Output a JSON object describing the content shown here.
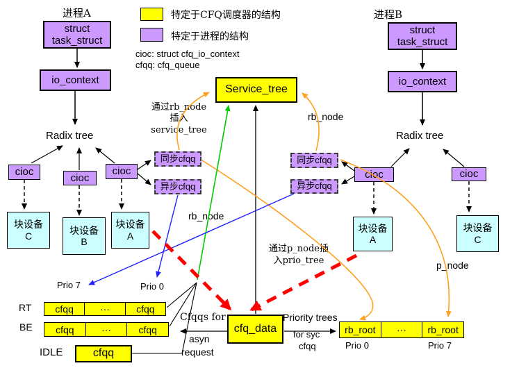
{
  "legend": {
    "cfq_label": "特定于CFQ调度器的结构",
    "process_label": "特定于进程的结构",
    "abbr_cioc": "cioc: struct cfq_io_context",
    "abbr_cfqq": "cfqq: cfq_queue",
    "yellow": "#FFFF00",
    "purple": "#CC99FF"
  },
  "shared": {
    "cioc": "cioc",
    "cfqq": "cfqq",
    "dots": "···",
    "rb_root": "rb_root",
    "block_device": "块设备",
    "sync_cfqq": "同步cfqq",
    "async_cfqq": "异步cfqq",
    "radix_tree": "Radix tree",
    "struct_line1": "struct",
    "struct_line2": "task_struct",
    "io_context": "io_context"
  },
  "process_a": {
    "title": "进程A",
    "block_letters": [
      "C",
      "B",
      "A"
    ]
  },
  "process_b": {
    "title": "进程B",
    "block_letters": [
      "A",
      "C"
    ]
  },
  "center": {
    "service_tree": "Service_tree",
    "cfq_data": "cfq_data"
  },
  "annotations": {
    "insert_service_tree_l1": "通过rb_node",
    "insert_service_tree_l2": "插入",
    "insert_service_tree_l3": "service_tree",
    "rb_node_right": "rb_node",
    "rb_node_center": "rb_node",
    "insert_prio_tree_l1": "通过p_node插",
    "insert_prio_tree_l2": "入prio_tree",
    "p_node": "p_node",
    "cfqqs_for": "Cfqqs for",
    "asyn": "asyn",
    "request": "request",
    "priority_trees": "Priority trees",
    "for_syc": "for syc",
    "cfqq_word": "cfqq"
  },
  "prio_rows": {
    "prio7": "Prio 7",
    "prio0": "Prio 0",
    "rt": "RT",
    "be": "BE",
    "idle": "IDLE",
    "rt_cells": [
      "cfqq",
      "···",
      "cfqq"
    ],
    "be_cells": [
      "cfqq",
      "···",
      "cfqq"
    ],
    "idle_cell": "cfqq"
  },
  "prio_tree_row": {
    "cells": [
      "rb_root",
      "···",
      "rb_root"
    ],
    "prio0": "Prio 0",
    "prio7": "Prio 7"
  },
  "line_colors": {
    "orange": "#FFA020",
    "green": "#00CC00",
    "blue": "#2222FF",
    "red": "#FF0000",
    "black": "#000000"
  }
}
